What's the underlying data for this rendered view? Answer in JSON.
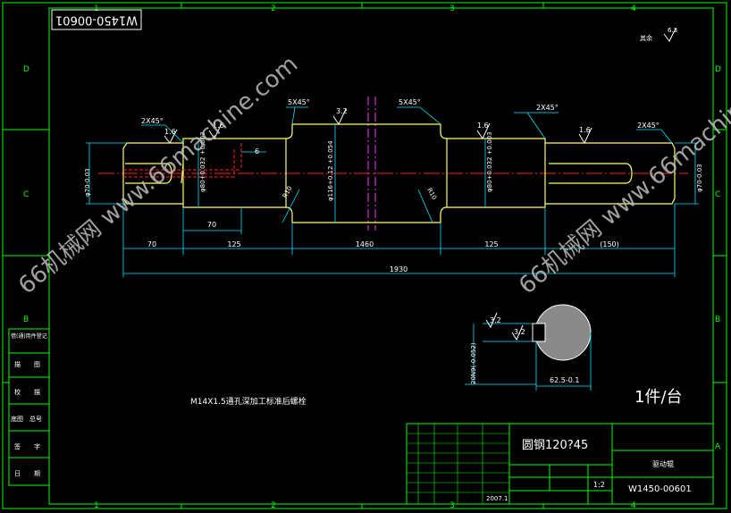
{
  "title_stamp": "W1450-00601",
  "zone_columns": [
    "1",
    "2",
    "3",
    "4"
  ],
  "zone_rows": [
    "D",
    "C",
    "B",
    "A"
  ],
  "roughness_note": {
    "label": "其余",
    "value": "6.3"
  },
  "chamfers": [
    "2X45°",
    "5X45°",
    "5X45°",
    "2X45°",
    "2X45°"
  ],
  "roughness": [
    "1.6",
    "3.2",
    "1.6",
    "1.6",
    "1.6"
  ],
  "fillets": [
    "R10",
    "R10"
  ],
  "diameters": [
    "φ70-0.03",
    "φ80+0.032 +0.003",
    "φ116+0.12 +0.054",
    "φ80+0.032 +0.003",
    "φ70-0.03"
  ],
  "small_dim": "6",
  "dims_row1": [
    "70",
    "125",
    "1460",
    "125",
    "(150)"
  ],
  "dim_inner": "70",
  "overall_length": "1930",
  "section": {
    "roughness_a": "3.2",
    "roughness_b": "3.2",
    "width": "20N9(-0.052)",
    "depth": "62.5-0.1"
  },
  "thread_note": "M14X1.5通孔深加工标准后螺栓",
  "quantity": "1件/台",
  "side_table": [
    {
      "a": "借(通)用件登记",
      "b": ""
    },
    {
      "a": "描",
      "b": "图"
    },
    {
      "a": "校",
      "b": "描"
    },
    {
      "a": "底图",
      "b": "总号"
    },
    {
      "a": "签",
      "b": "字"
    },
    {
      "a": "日",
      "b": "期"
    }
  ],
  "title_block": {
    "material": "圆钢120?45",
    "part_name": "驱动辊",
    "scale": "1:2",
    "drawing_no": "W1450-00601",
    "date": "2007.1"
  },
  "watermarks": [
    "66机械网 www.66machine.com",
    "66机械网 www.66machine.com"
  ]
}
